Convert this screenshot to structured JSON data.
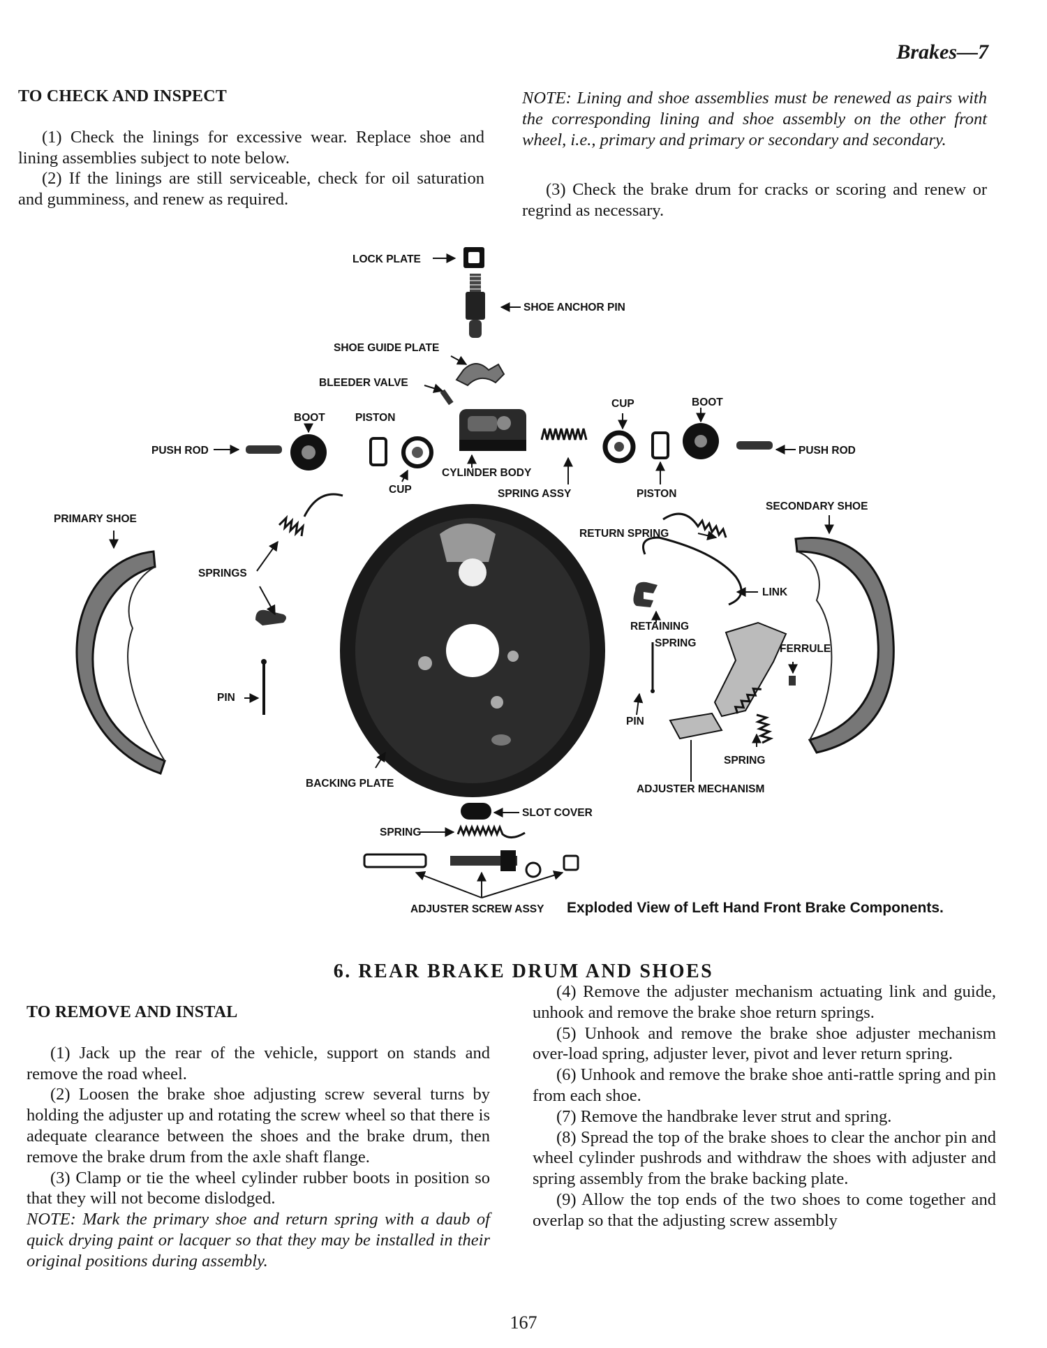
{
  "header": {
    "running_head": "Brakes—7"
  },
  "top_left": {
    "heading": "TO CHECK AND INSPECT",
    "paragraphs": [
      "(1) Check the linings for excessive wear. Replace shoe and lining assemblies subject to note below.",
      "(2) If the linings are still serviceable, check for oil saturation and gumminess, and renew as required."
    ]
  },
  "top_right": {
    "note": "NOTE: Lining and shoe assemblies must be renewed as pairs with the corresponding lining and shoe assembly on the other front wheel, i.e., primary and primary or secondary and secondary.",
    "paragraph": "(3) Check the brake drum for cracks or scoring and renew or regrind as necessary."
  },
  "figure": {
    "caption": "Exploded View of Left Hand Front Brake Components.",
    "labels": {
      "lock_plate": "LOCK PLATE",
      "shoe_anchor_pin": "SHOE ANCHOR PIN",
      "shoe_guide_plate": "SHOE GUIDE PLATE",
      "bleeder_valve": "BLEEDER VALVE",
      "boot_left": "BOOT",
      "piston_left": "PISTON",
      "cup_right": "CUP",
      "boot_right": "BOOT",
      "push_rod_left": "PUSH ROD",
      "push_rod_right": "PUSH ROD",
      "cylinder_body": "CYLINDER BODY",
      "cup_left": "CUP",
      "spring_assy": "SPRING ASSY",
      "piston_right": "PISTON",
      "secondary_shoe": "SECONDARY SHOE",
      "primary_shoe": "PRIMARY SHOE",
      "return_spring": "RETURN SPRING",
      "springs": "SPRINGS",
      "link": "LINK",
      "retaining": "RETAINING",
      "retaining_spring": "SPRING",
      "ferrule": "FERRULE",
      "pin_left": "PIN",
      "pin_right": "PIN",
      "spring_adjuster": "SPRING",
      "backing_plate": "BACKING PLATE",
      "adjuster_mechanism": "ADJUSTER MECHANISM",
      "slot_cover": "SLOT COVER",
      "spring_bottom": "SPRING",
      "adjuster_screw_assy": "ADJUSTER SCREW ASSY"
    }
  },
  "section": {
    "title": "6. REAR BRAKE DRUM AND SHOES"
  },
  "bottom_left": {
    "heading": "TO REMOVE AND INSTAL",
    "paragraphs": [
      "(1) Jack up the rear of the vehicle, support on stands and remove the road wheel.",
      "(2) Loosen the brake shoe adjusting screw several turns by holding the adjuster up and rotating the screw wheel so that there is adequate clearance between the shoes and the brake drum, then remove the brake drum from the axle shaft flange.",
      "(3) Clamp or tie the wheel cylinder rubber boots in position so that they will not become dislodged."
    ],
    "note": "NOTE: Mark the primary shoe and return spring with a daub of quick drying paint or lacquer so that they may be installed in their original positions during assembly."
  },
  "bottom_right": {
    "paragraphs": [
      "(4) Remove the adjuster mechanism actuating link and guide, unhook and remove the brake shoe return springs.",
      "(5) Unhook and remove the brake shoe adjuster mechanism over-load spring, adjuster lever, pivot and lever return spring.",
      "(6) Unhook and remove the brake shoe anti-rattle spring and pin from each shoe.",
      "(7) Remove the handbrake lever strut and spring.",
      "(8) Spread the top of the brake shoes to clear the anchor pin and wheel cylinder pushrods and withdraw the shoes with adjuster and spring assembly from the brake backing plate.",
      "(9) Allow the top ends of the two shoes to come together and overlap so that the adjusting screw assembly"
    ]
  },
  "page_number": "167"
}
